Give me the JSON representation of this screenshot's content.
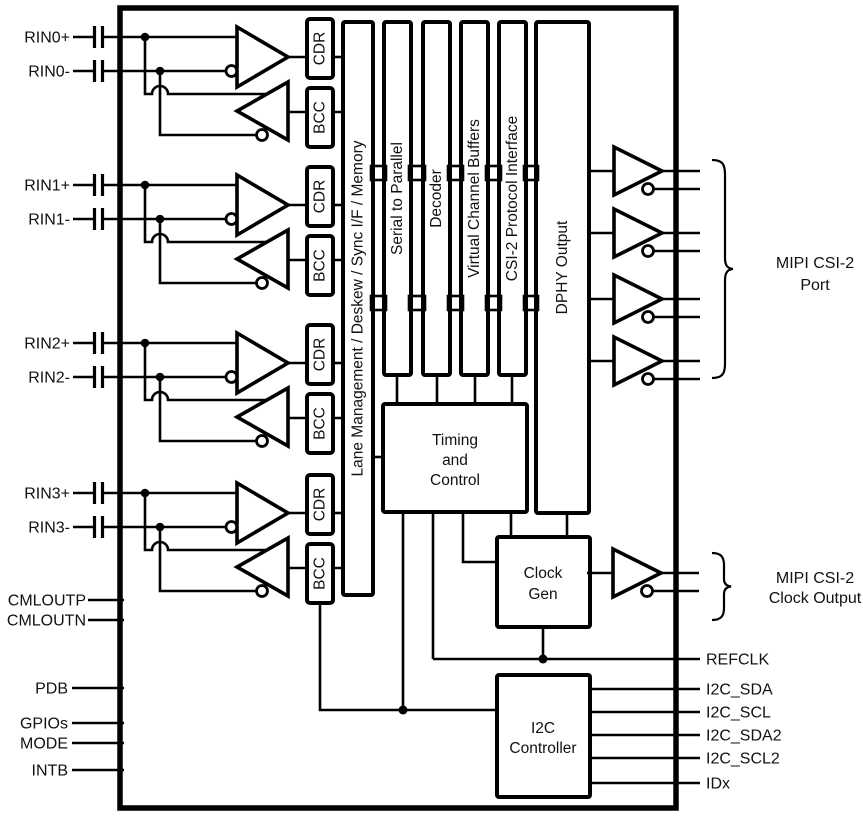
{
  "channels": [
    {
      "pos": "RIN0+",
      "neg": "RIN0-"
    },
    {
      "pos": "RIN1+",
      "neg": "RIN1-"
    },
    {
      "pos": "RIN2+",
      "neg": "RIN2-"
    },
    {
      "pos": "RIN3+",
      "neg": "RIN3-"
    }
  ],
  "box_labels": {
    "cdr": "CDR",
    "bcc": "BCC"
  },
  "blocks": {
    "lane_management": "Lane Management / Deskew / Sync I/F / Memory",
    "serial_to_parallel": "Serial to Parallel",
    "decoder": "Decoder",
    "virtual_channel_buffers": "Virtual Channel Buffers",
    "csi2_protocol_interface": "CSI-2 Protocol Interface",
    "dphy_output": "DPHY Output",
    "timing_and_control": [
      "Timing",
      "and",
      "Control"
    ],
    "clock_gen": [
      "Clock",
      "Gen"
    ],
    "i2c_controller": [
      "I2C",
      "Controller"
    ]
  },
  "left_pins": {
    "cmloutp": "CMLOUTP",
    "cmloutn": "CMLOUTN",
    "pdb": "PDB",
    "gpios": "GPIOs",
    "mode": "MODE",
    "intb": "INTB"
  },
  "right_pins": {
    "refclk": "REFCLK",
    "i2c_sda": "I2C_SDA",
    "i2c_scl": "I2C_SCL",
    "i2c_sda2": "I2C_SDA2",
    "i2c_scl2": "I2C_SCL2",
    "idx": "IDx"
  },
  "annotations": {
    "mipi_port": [
      "MIPI CSI-2",
      "Port"
    ],
    "mipi_clock": [
      "MIPI CSI-2",
      "Clock Output"
    ]
  },
  "colors": {
    "ink": "#000000",
    "background": "#ffffff"
  }
}
